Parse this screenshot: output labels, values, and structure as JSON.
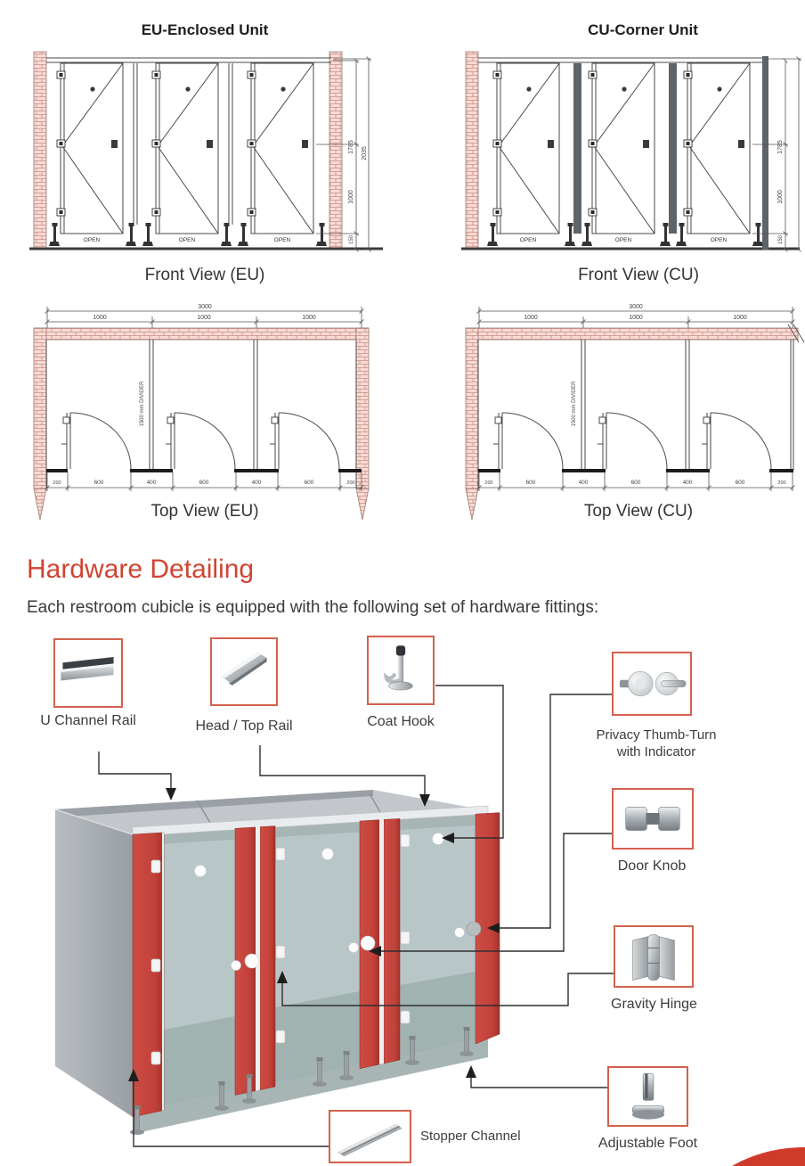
{
  "units": {
    "eu": {
      "title": "EU-Enclosed Unit",
      "front_caption": "Front View (EU)",
      "top_caption": "Top View (EU)"
    },
    "cu": {
      "title": "CU-Corner Unit",
      "front_caption": "Front View (CU)",
      "top_caption": "Top View (CU)"
    }
  },
  "dims": {
    "door_height": "1785",
    "total_height": "2035",
    "lock_height": "1000",
    "floor_gap": "150",
    "total_width": "3000",
    "cubicle_width": "1000",
    "door_width": "600",
    "divider_width": "400",
    "edge_gap": "200",
    "divider_label": "1500 mm DIVIDER",
    "open_label": "OPEN"
  },
  "hardware": {
    "heading": "Hardware Detailing",
    "intro": "Each restroom cubicle is equipped with the following set of hardware fittings:",
    "items": [
      {
        "label": "U Channel Rail"
      },
      {
        "label": "Head / Top Rail"
      },
      {
        "label": "Coat Hook"
      },
      {
        "label": "Privacy Thumb-Turn with Indicator"
      },
      {
        "label": "Door Knob"
      },
      {
        "label": "Gravity Hinge"
      },
      {
        "label": "Stopper Channel"
      },
      {
        "label": "Adjustable Foot"
      }
    ]
  },
  "colors": {
    "accent_red": "#cf4431",
    "panel_red": "#c2413a",
    "box_border": "#d4614e",
    "brick_fill": "#f7dcd6",
    "brick_line": "#cf8d81"
  }
}
